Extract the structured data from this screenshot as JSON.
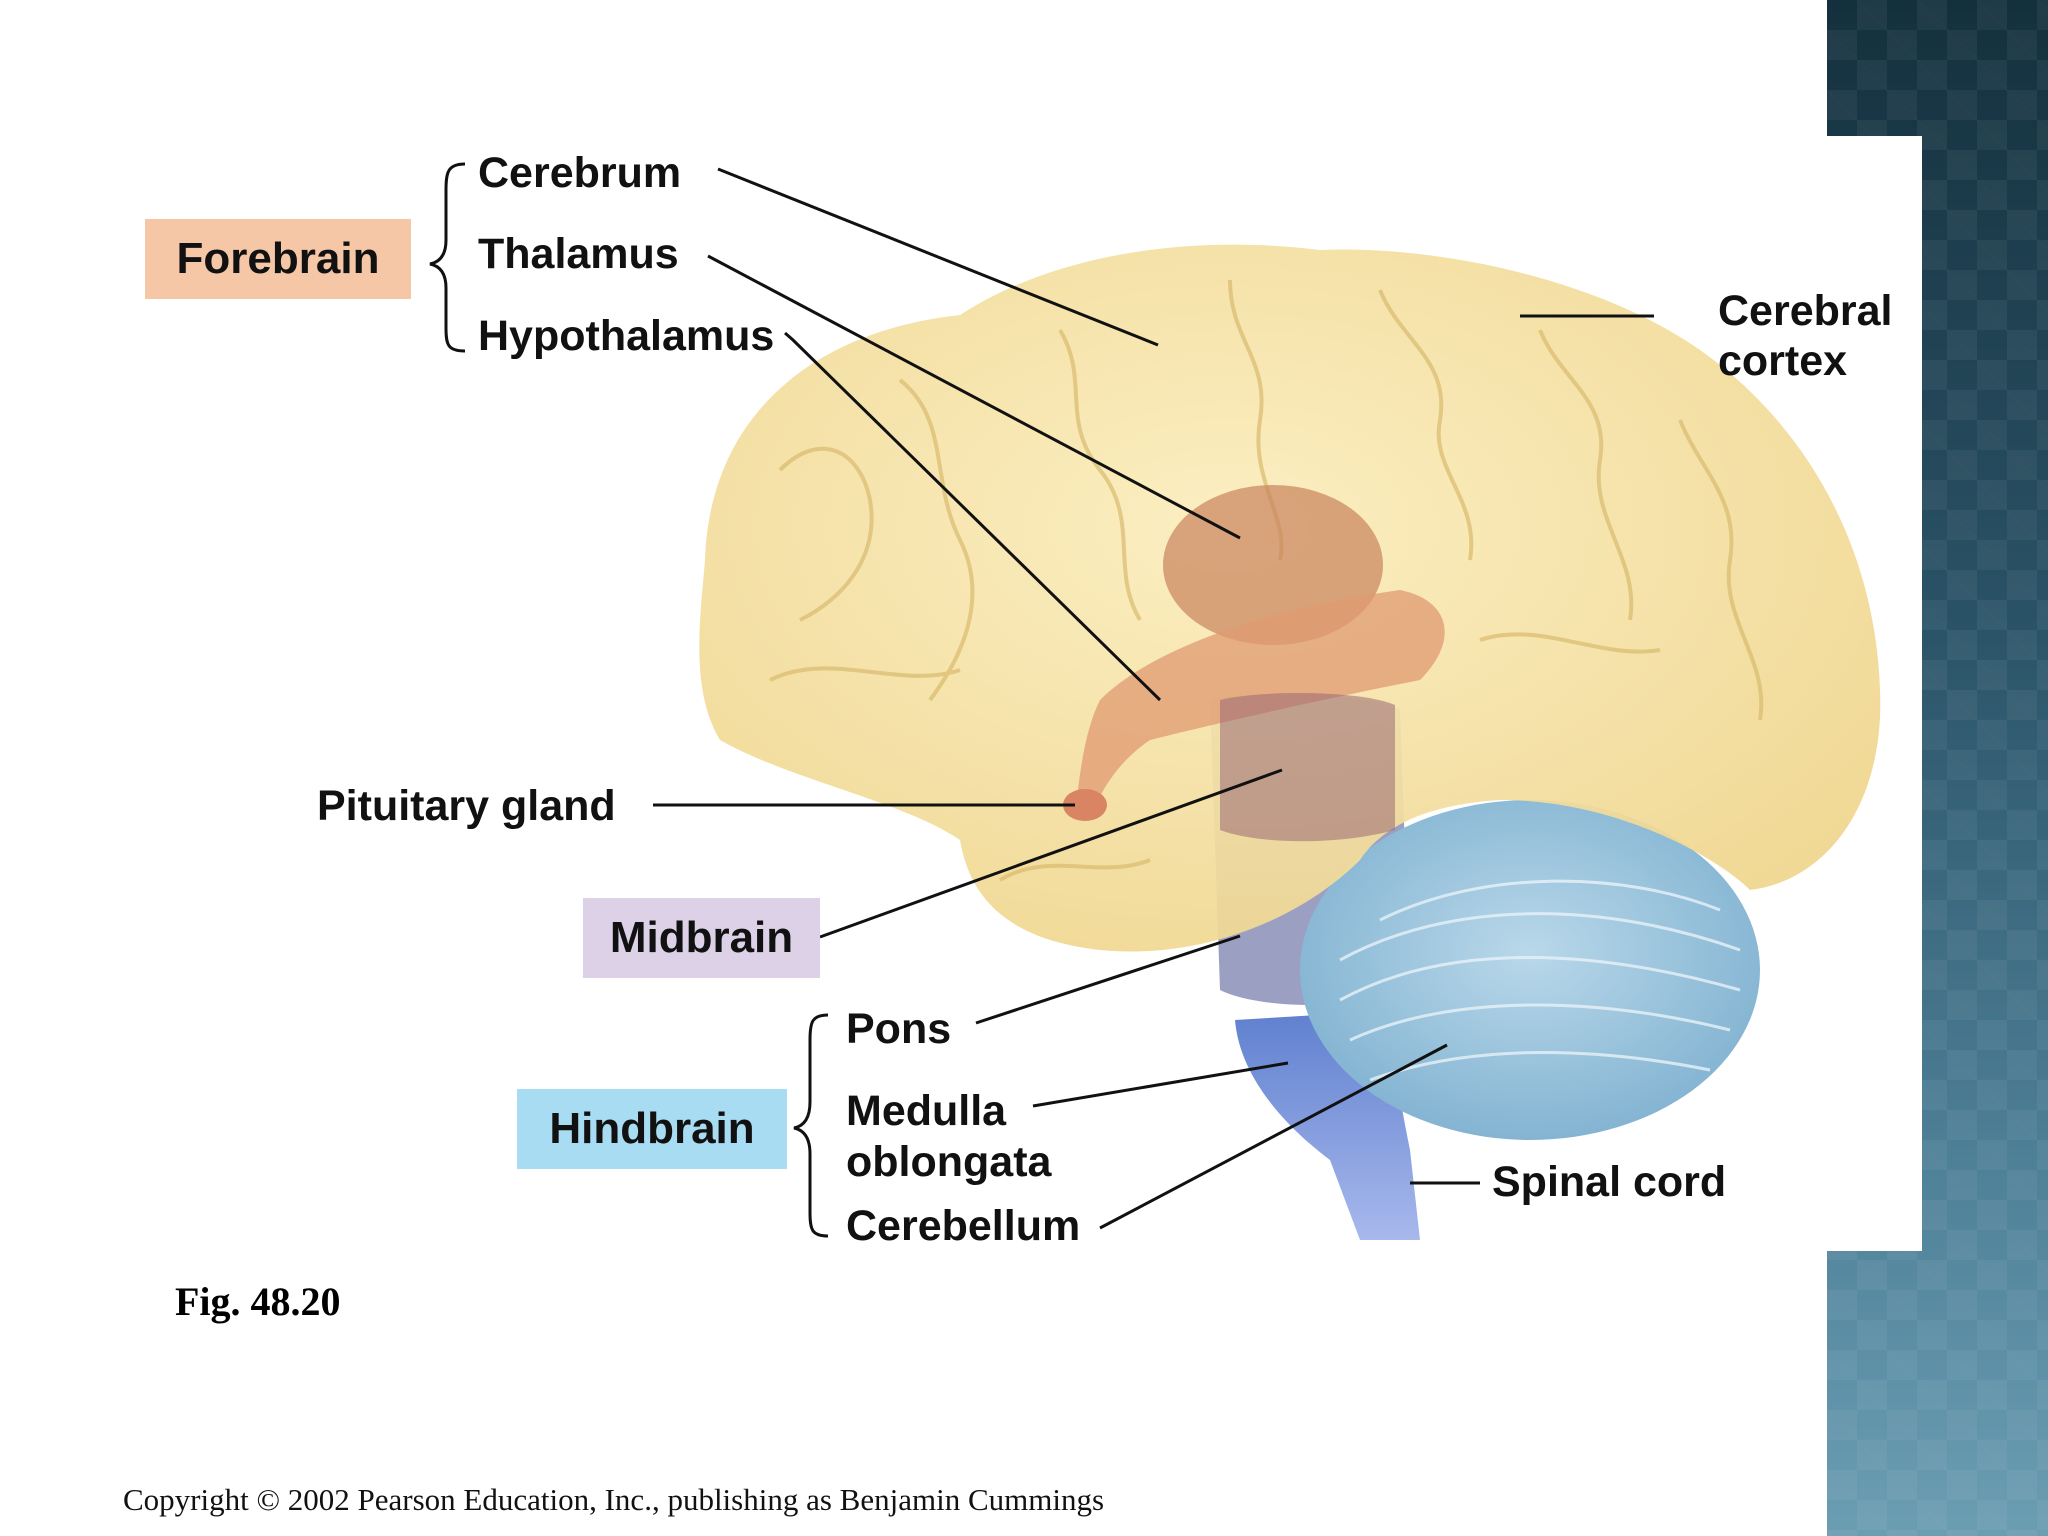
{
  "regions": {
    "forebrain": "Forebrain",
    "midbrain": "Midbrain",
    "hindbrain": "Hindbrain"
  },
  "labels": {
    "cerebrum": "Cerebrum",
    "thalamus": "Thalamus",
    "hypothalamus": "Hypothalamus",
    "cerebral_cortex_line1": "Cerebral",
    "cerebral_cortex_line2": "cortex",
    "pituitary_gland": "Pituitary gland",
    "pons": "Pons",
    "medulla_line1": "Medulla",
    "medulla_line2": "oblongata",
    "cerebellum": "Cerebellum",
    "spinal_cord": "Spinal cord"
  },
  "caption": "Fig. 48.20",
  "copyright": "Copyright © 2002 Pearson Education, Inc., publishing as Benjamin Cummings",
  "colors": {
    "forebrain_box": "#f6c7a6",
    "midbrain_box": "#ddd1e8",
    "hindbrain_box": "#a8dcf2",
    "cerebrum_fill": "#f7e3a4",
    "cerebellum_fill": "#9cc6de",
    "brainstem_fill": "#6f8fd6"
  }
}
